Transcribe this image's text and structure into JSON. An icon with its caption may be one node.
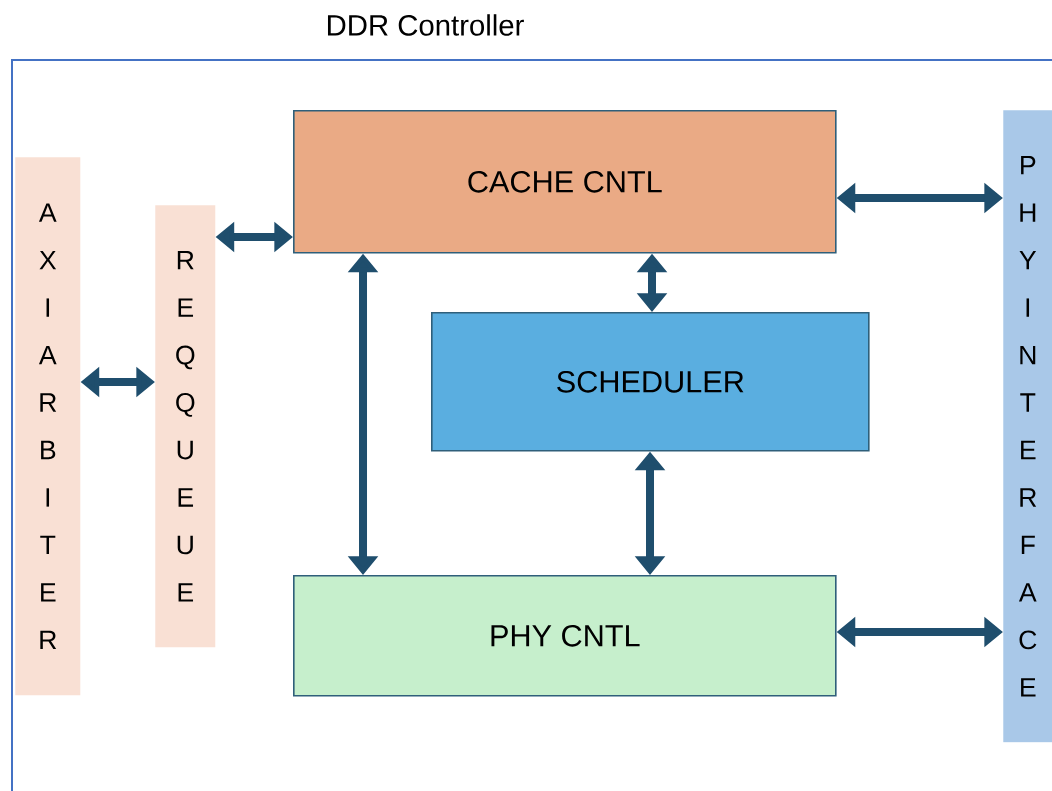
{
  "diagram": {
    "nodes": [
      {
        "text": [
          "DDR Controller"
        ]
      },
      {
        "text": [
          "A X I A R B I T E R"
        ],
        "in": 0
      },
      {
        "text": [
          "R E Q Q U E U E"
        ],
        "in": 0
      },
      {
        "text": [
          "CACHE CNTL"
        ],
        "in": 0
      },
      {
        "text": [
          "SCHEDULER"
        ],
        "in": 0
      },
      {
        "text": [
          "PHY CNTL"
        ],
        "in": 0
      },
      {
        "text": [
          "P H Y I N T E R F A C E"
        ],
        "in": 0
      }
    ],
    "edges": [
      {
        "from": 1,
        "to": 2,
        "arrow": "both"
      },
      {
        "from": 2,
        "to": 3,
        "arrow": "both"
      },
      {
        "from": 3,
        "to": 6,
        "arrow": "both"
      },
      {
        "from": 3,
        "to": 4,
        "arrow": "both"
      },
      {
        "from": 3,
        "to": 5,
        "arrow": "both"
      },
      {
        "from": 4,
        "to": 5,
        "arrow": "both"
      },
      {
        "from": 5,
        "to": 6,
        "arrow": "both"
      }
    ]
  }
}
